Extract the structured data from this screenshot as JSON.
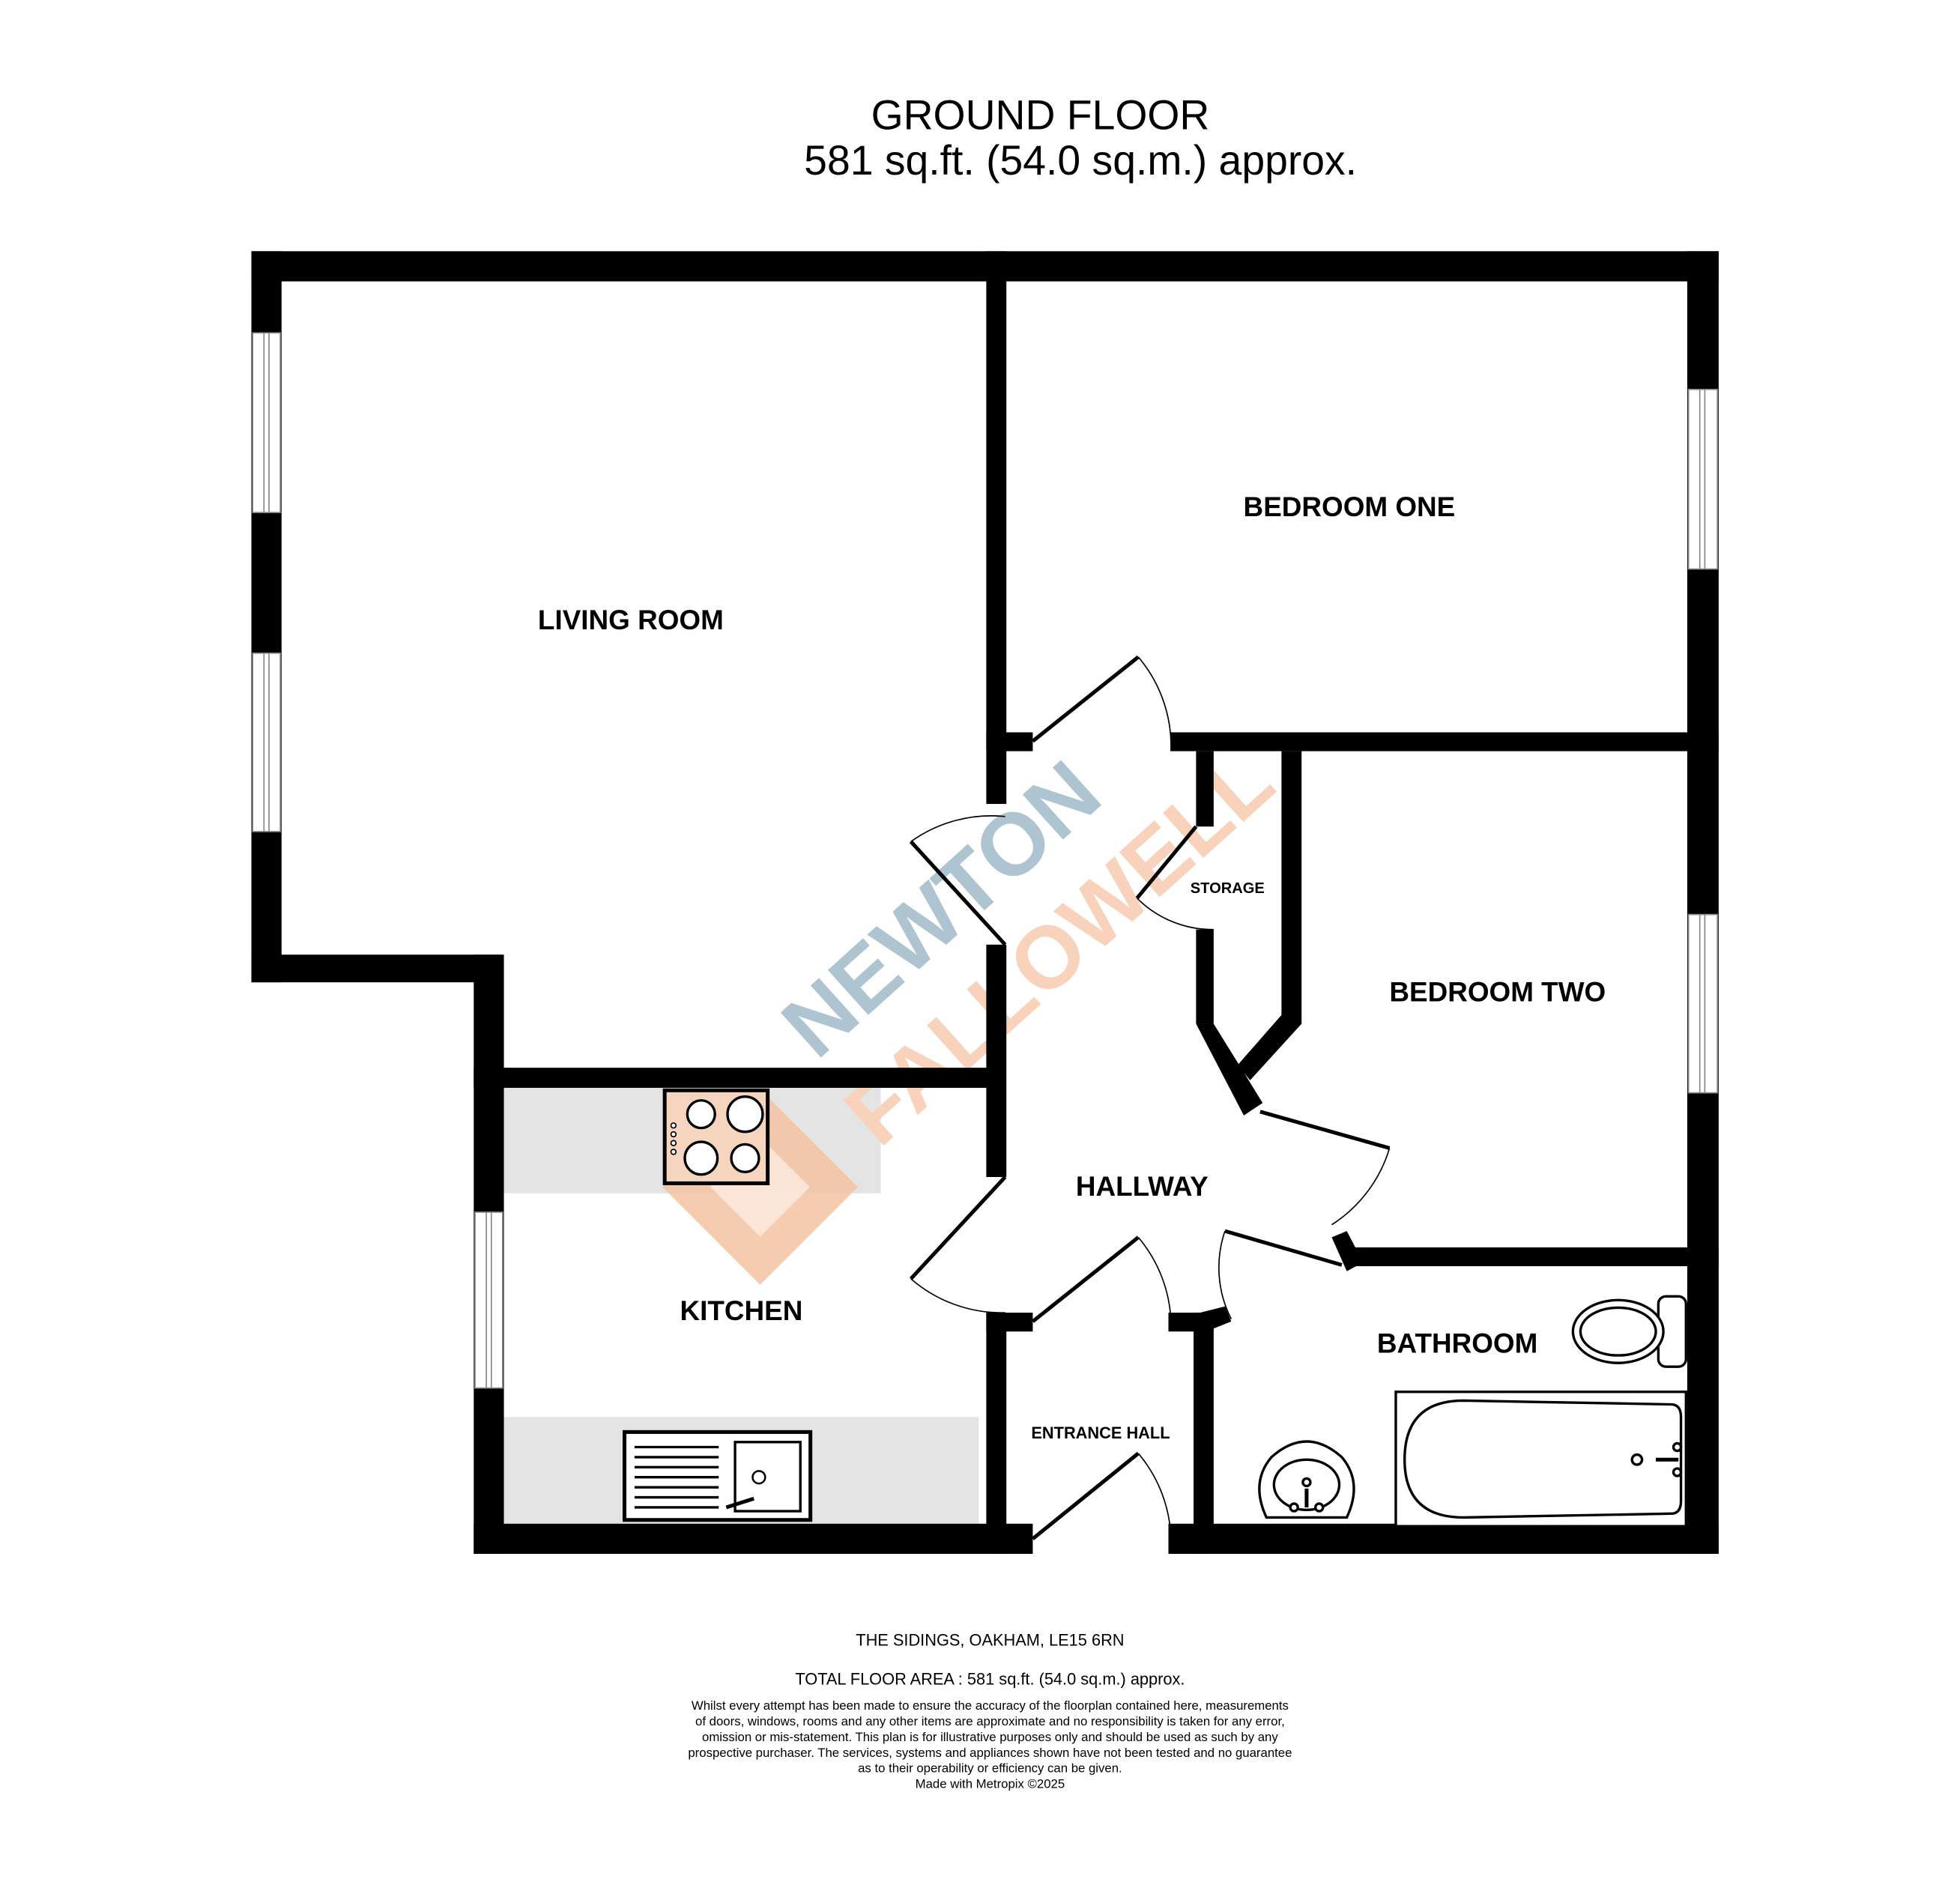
{
  "header": {
    "floor_name": "GROUND FLOOR",
    "floor_area": "581 sq.ft. (54.0 sq.m.) approx."
  },
  "rooms": {
    "living_room": "LIVING ROOM",
    "bedroom_one": "BEDROOM ONE",
    "bedroom_two": "BEDROOM TWO",
    "storage": "STORAGE",
    "hallway": "HALLWAY",
    "kitchen": "KITCHEN",
    "bathroom": "BATHROOM",
    "entrance_hall": "ENTRANCE HALL"
  },
  "watermark": {
    "line1": "NEWTON",
    "line2": "FALLOWELL",
    "colors": {
      "blue": "#afc4d1",
      "orange": "#f8d2bb",
      "logo": "#f0a06a"
    }
  },
  "footer": {
    "address": "THE SIDINGS, OAKHAM, LE15 6RN",
    "total_area": "TOTAL FLOOR AREA : 581 sq.ft. (54.0 sq.m.) approx.",
    "disclaimer_lines": [
      "Whilst every attempt has been made to ensure the accuracy of the floorplan contained here, measurements",
      "of doors, windows, rooms and any other items are approximate and no responsibility is taken for any error,",
      "omission or mis-statement. This plan is for illustrative purposes only and should be used as such by any",
      "prospective purchaser. The services, systems and appliances shown have not been tested and no guarantee",
      "as to their operability or efficiency can be given."
    ],
    "credit": "Made with Metropix ©2025"
  }
}
